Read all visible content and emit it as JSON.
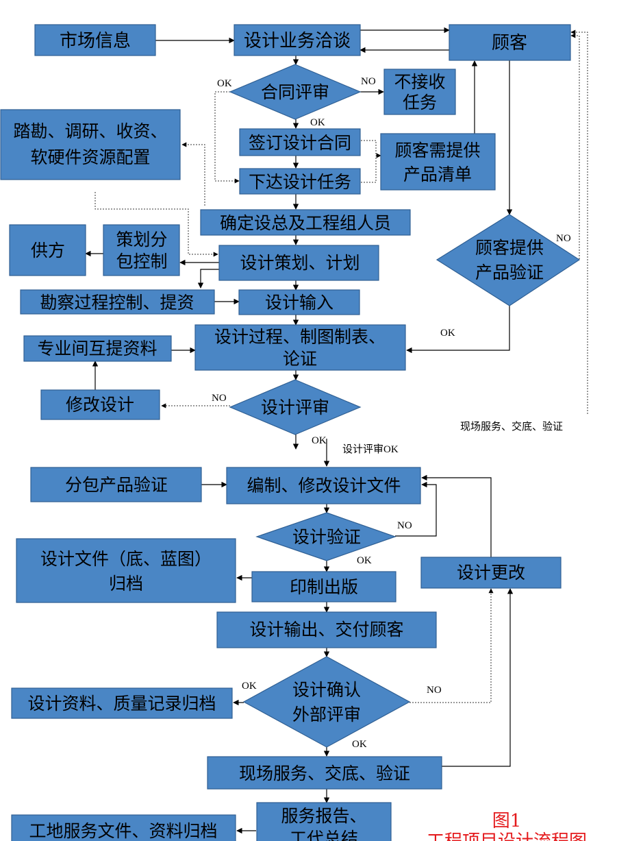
{
  "colors": {
    "box_fill": "#4a86c5",
    "box_stroke": "#2f5f93",
    "title_red": "#e41a1c"
  },
  "nodes": {
    "market": "市场信息",
    "negotiate": "设计业务洽谈",
    "customer": "顾客",
    "contract_review": "合同评审",
    "reject": [
      "不接收",
      "任务"
    ],
    "survey": [
      "踏勘、调研、收资、",
      "软硬件资源配置"
    ],
    "sign": "签订设计合同",
    "customer_list": [
      "顾客需提供",
      "产品清单"
    ],
    "issue": "下达设计任务",
    "staff": "确定设总及工程组人员",
    "supplier": "供方",
    "subcontract": [
      "策划分",
      "包控制"
    ],
    "planning": "设计策划、计划",
    "survey_ctrl": "勘察过程控制、提资",
    "input": "设计输入",
    "customer_verify": [
      "顾客提供",
      "产品验证"
    ],
    "mutual": "专业间互提资料",
    "process": [
      "设计过程、制图制表、",
      "论证"
    ],
    "modify": "修改设计",
    "design_review": "设计评审",
    "sub_verify": "分包产品验证",
    "compile": "编制、修改设计文件",
    "verification": "设计验证",
    "archive_docs": [
      "设计文件（底、蓝图）",
      "归档"
    ],
    "print": "印制出版",
    "change": "设计更改",
    "output": "设计输出、交付顾客",
    "confirm": [
      "设计确认",
      "外部评审"
    ],
    "archive_quality": "设计资料、质量记录归档",
    "site": "现场服务、交底、验证",
    "report": [
      "服务报告、",
      "工代总结"
    ],
    "archive_site": "工地服务文件、资料归档"
  },
  "labels": {
    "ok": "OK",
    "no": "NO",
    "review_ok": "设计评审OK",
    "site_service": "现场服务、交底、验证"
  },
  "figure": {
    "number": "图1",
    "caption": "工程项目设计流程图"
  }
}
